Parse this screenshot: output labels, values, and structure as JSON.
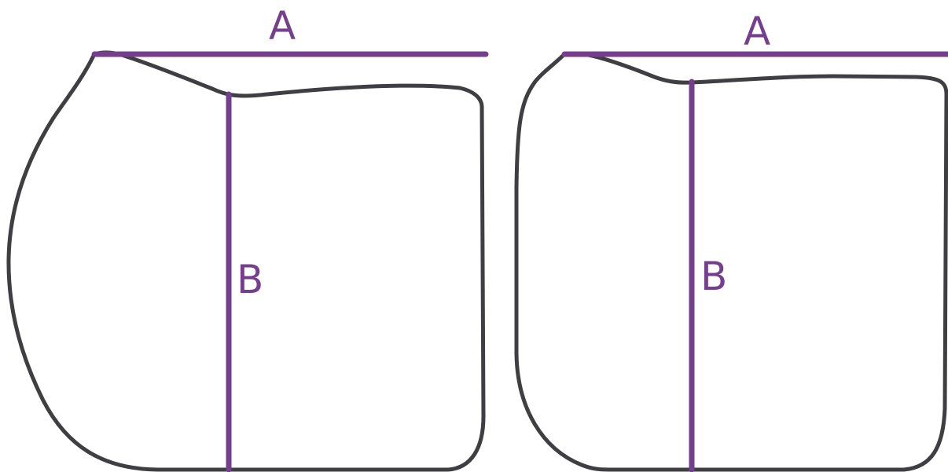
{
  "colors": {
    "outline": "#3f3f43",
    "measure": "#763f8d",
    "background": "#ffffff"
  },
  "diagrams": [
    {
      "shape": "saddle-pad-close-contact",
      "label_a": "A",
      "label_b": "B"
    },
    {
      "shape": "saddle-pad-all-purpose",
      "label_a": "A",
      "label_b": "B"
    }
  ]
}
